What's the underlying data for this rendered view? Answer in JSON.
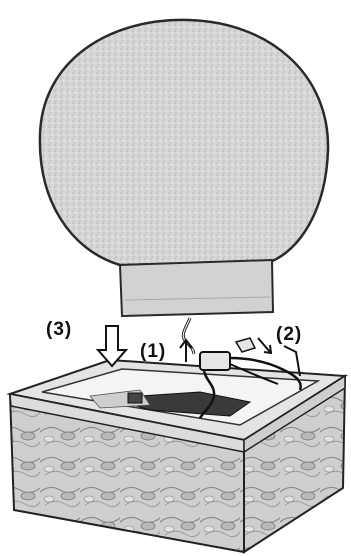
{
  "callouts": {
    "step_1": "(1)",
    "step_2": "(2)",
    "step_3": "(3)"
  },
  "colors": {
    "ink": "#222222",
    "stone_fill": "#d9d9d9",
    "rock_fill": "#c8c8c8",
    "basin_shadow": "#3a3a3a",
    "background": "#ffffff"
  },
  "icons": [
    "down-arrow-icon",
    "up-arrow-icon",
    "diagonal-arrow-icon"
  ]
}
